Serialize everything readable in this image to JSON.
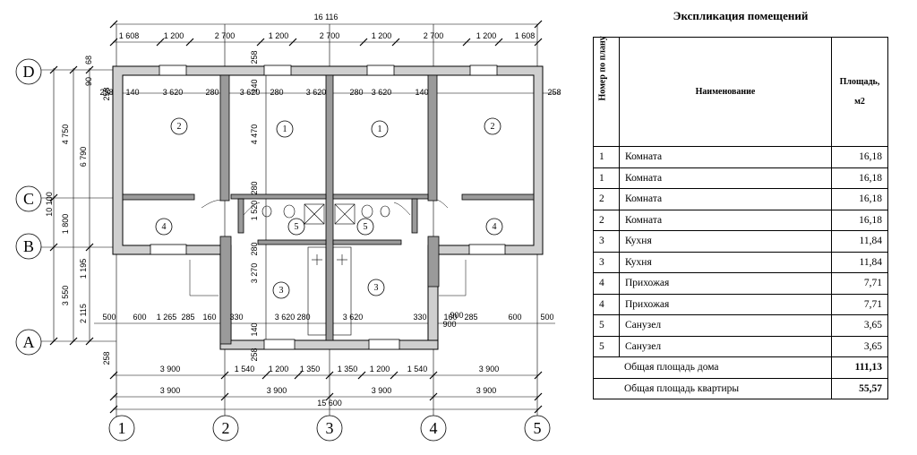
{
  "explication": {
    "title": "Экспликация помещений",
    "headers": {
      "number": "Номер по плану",
      "name": "Наименование",
      "area": "Площадь, м2"
    },
    "rows": [
      {
        "num": "1",
        "name": "Комната",
        "area": "16,18"
      },
      {
        "num": "1",
        "name": "Комната",
        "area": "16,18"
      },
      {
        "num": "2",
        "name": "Комната",
        "area": "16,18"
      },
      {
        "num": "2",
        "name": "Комната",
        "area": "16,18"
      },
      {
        "num": "3",
        "name": "Кухня",
        "area": "11,84"
      },
      {
        "num": "3",
        "name": "Кухня",
        "area": "11,84"
      },
      {
        "num": "4",
        "name": "Прихожая",
        "area": "7,71"
      },
      {
        "num": "4",
        "name": "Прихожая",
        "area": "7,71"
      },
      {
        "num": "5",
        "name": "Санузел",
        "area": "3,65"
      },
      {
        "num": "5",
        "name": "Санузел",
        "area": "3,65"
      }
    ],
    "totals": [
      {
        "name": "Общая площадь дома",
        "area": "111,13"
      },
      {
        "name": "Общая площадь квартиры",
        "area": "55,57"
      }
    ]
  },
  "axes": {
    "rows": [
      "D",
      "C",
      "B",
      "A"
    ],
    "cols": [
      "1",
      "2",
      "3",
      "4",
      "5"
    ]
  },
  "dims": {
    "overall_top": "16 116",
    "top_chain": [
      "1 608",
      "1 200",
      "2 700",
      "1 200",
      "2 700",
      "1 200",
      "2 700",
      "1 200",
      "1 608"
    ],
    "inner_row": [
      "258",
      "140",
      "3 620",
      "280",
      "3 620",
      "280",
      "3 620",
      "280",
      "3 620",
      "140",
      "258"
    ],
    "bottom_a": [
      "3 900",
      "1 540",
      "1 200",
      "1 350",
      "1 350",
      "1 200",
      "1 540",
      "3 900"
    ],
    "bottom_b": [
      "3 900",
      "3 900",
      "3 900",
      "3 900"
    ],
    "bottom_total": "15 600",
    "lower_row": [
      "500",
      "600",
      "1 265",
      "285",
      "160",
      "330",
      "3 620",
      "280",
      "3 620",
      "330",
      "160",
      "285",
      "900",
      "600",
      "500",
      "900"
    ],
    "left_outer": [
      "4 750",
      "1 800",
      "3 550"
    ],
    "left_mid": [
      "10 100"
    ],
    "left_inner": [
      "6 790",
      "1 195",
      "2 115"
    ],
    "left_small": [
      "68",
      "90",
      "258",
      "258"
    ],
    "center_vertical": [
      "258",
      "140",
      "4 470",
      "280",
      "1 520",
      "280",
      "3 270",
      "140",
      "258"
    ]
  },
  "rooms": [
    "2",
    "1",
    "1",
    "2",
    "4",
    "5",
    "5",
    "4",
    "3",
    "3"
  ]
}
